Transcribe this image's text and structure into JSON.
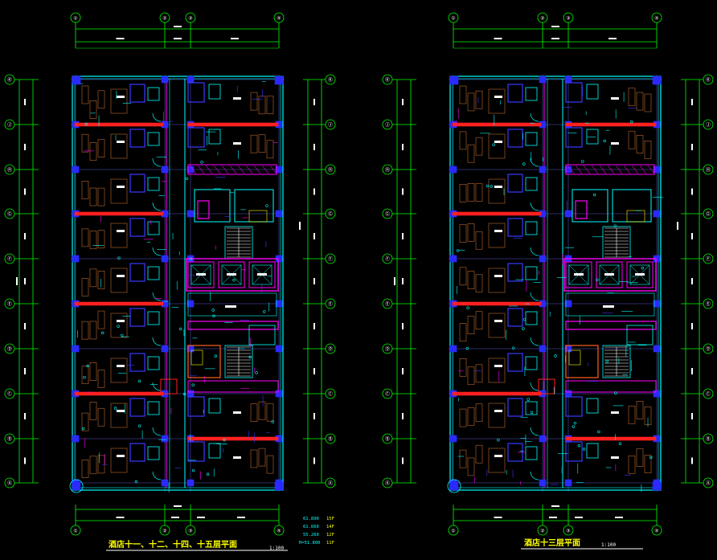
{
  "drawing": {
    "plans": [
      {
        "id": "left",
        "title": "酒店十一、十二、十四、十五层平面",
        "scale": "1:100",
        "bubbles_top": [
          "①",
          "②",
          "③",
          "④"
        ],
        "bubbles_left": [
          "Ⓚ",
          "Ⓙ",
          "Ⓗ",
          "Ⓖ",
          "Ⓕ",
          "Ⓔ",
          "Ⓓ",
          "Ⓒ",
          "Ⓑ",
          "Ⓐ"
        ],
        "bubbles_right": [
          "Ⓚ",
          "Ⓙ",
          "Ⓗ",
          "Ⓖ",
          "Ⓕ",
          "Ⓔ",
          "Ⓓ",
          "Ⓒ",
          "Ⓑ",
          "Ⓐ"
        ],
        "bubbles_bottom": [
          "①",
          "②",
          "③",
          "④"
        ],
        "level_table": [
          {
            "elev": "61.890",
            "floor": "15F"
          },
          {
            "elev": "61.660",
            "floor": "14F"
          },
          {
            "elev": "55.260",
            "floor": "12F"
          },
          {
            "elev": "H=51.800",
            "floor": "11F"
          }
        ]
      },
      {
        "id": "right",
        "title": "酒店十三层平面",
        "scale": "1:100",
        "bubbles_top": [
          "①",
          "②",
          "③",
          "④"
        ],
        "bubbles_left": [
          "Ⓚ",
          "Ⓙ",
          "Ⓗ",
          "Ⓖ",
          "Ⓕ",
          "Ⓔ",
          "Ⓓ",
          "Ⓒ",
          "Ⓑ",
          "Ⓐ"
        ],
        "bubbles_right": [
          "Ⓚ",
          "Ⓙ",
          "Ⓗ",
          "Ⓖ",
          "Ⓕ",
          "Ⓔ",
          "Ⓓ",
          "Ⓒ",
          "Ⓑ",
          "Ⓐ"
        ],
        "bubbles_bottom": [
          "①",
          "②",
          "③",
          "④"
        ]
      }
    ],
    "colors": {
      "background": "#000000",
      "grid": "#00ff00",
      "wall": "#00ffff",
      "column": "#2a2aff",
      "hatch": "#ff00ff",
      "partition": "#ff2020",
      "furniture": "#a05a2a",
      "text": "#ffffff",
      "title_text": "#ffff00",
      "dim": "#00c800",
      "axis": "#7070ff"
    }
  }
}
